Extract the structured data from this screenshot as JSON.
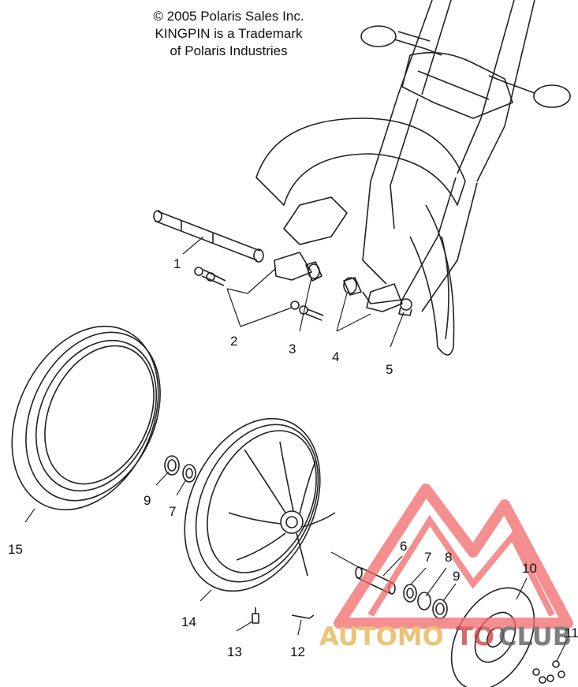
{
  "copyright": {
    "line1": "© 2005 Polaris Sales Inc.",
    "line2": "KINGPIN is a Trademark",
    "line3": "of Polaris Industries"
  },
  "callouts": [
    "1",
    "2",
    "3",
    "4",
    "5",
    "6",
    "7",
    "8",
    "9",
    "10",
    "11",
    "12",
    "13",
    "14",
    "15"
  ],
  "callout_extra": [
    "9",
    "7"
  ],
  "watermark": {
    "part1": "AUTOMO",
    "part2": "TO",
    "part3": "CLUB",
    "color": "#f26a6a",
    "accent": "#e8b04a"
  }
}
